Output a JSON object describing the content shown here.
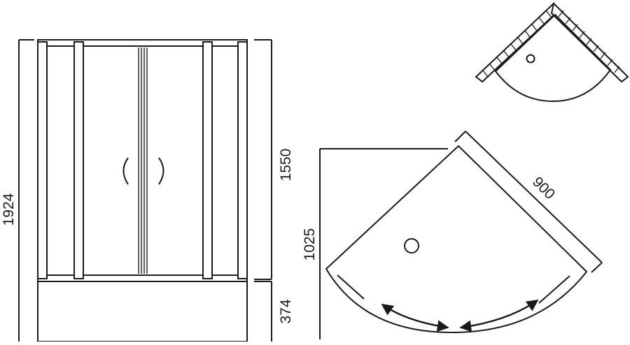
{
  "dimensions": {
    "total_height": "1924",
    "upper_height": "1550",
    "base_height": "374",
    "depth": "1025",
    "side_length": "900"
  },
  "colors": {
    "line": "#1a1a1a",
    "fill": "#ffffff"
  },
  "icons": [
    "door-handle-left-icon",
    "door-handle-right-icon",
    "drain-icon",
    "slide-arrow-icon",
    "wall-hatch-icon"
  ]
}
